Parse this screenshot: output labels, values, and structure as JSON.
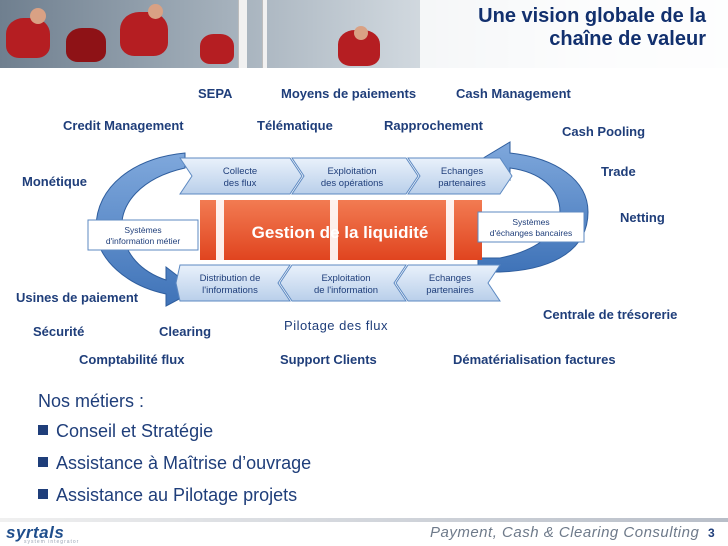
{
  "slide": {
    "title_line1": "Une vision globale de la",
    "title_line2": "chaîne de valeur",
    "page_number": "3",
    "footer_tagline": "Payment, Cash & Clearing Consulting",
    "logo_text": "syrtals",
    "logo_subtext": "system integrator"
  },
  "labels": {
    "sepa": "SEPA",
    "moyens_paiements": "Moyens de paiements",
    "cash_management": "Cash Management",
    "credit_management": "Credit Management",
    "telematique": "Télématique",
    "rapprochement": "Rapprochement",
    "cash_pooling": "Cash Pooling",
    "trade": "Trade",
    "monetique": "Monétique",
    "netting": "Netting",
    "usines_paiement": "Usines de paiement",
    "centrale_tresorerie": "Centrale de trésorerie",
    "securite": "Sécurité",
    "clearing": "Clearing",
    "comptabilite_flux": "Comptabilité flux",
    "support_clients": "Support Clients",
    "dematerialisation": "Dématérialisation factures"
  },
  "diagram": {
    "center": "Gestion de la liquidité",
    "top_boxes": [
      {
        "line1": "Collecte",
        "line2": "des flux"
      },
      {
        "line1": "Exploitation",
        "line2": "des opérations"
      },
      {
        "line1": "Echanges",
        "line2": "partenaires"
      }
    ],
    "bottom_boxes": [
      {
        "line1": "Distribution de",
        "line2": "l'informations"
      },
      {
        "line1": "Exploitation",
        "line2": "de l'information"
      },
      {
        "line1": "Echanges",
        "line2": "partenaires"
      }
    ],
    "left_box": {
      "line1": "Systèmes",
      "line2": "d'information métier"
    },
    "right_box": {
      "line1": "Systèmes",
      "line2": "d'échanges bancaires"
    },
    "caption": "Pilotage des flux"
  },
  "metiers": {
    "heading": "Nos métiers :",
    "items": [
      "Conseil et Stratégie",
      "Assistance à Maîtrise d’ouvrage",
      "Assistance au Pilotage projets"
    ]
  },
  "colors": {
    "title": "#12306e",
    "label": "#1f3e7a",
    "flow_blue": "#4f86c6",
    "liquidity_red": "#e8492b"
  }
}
